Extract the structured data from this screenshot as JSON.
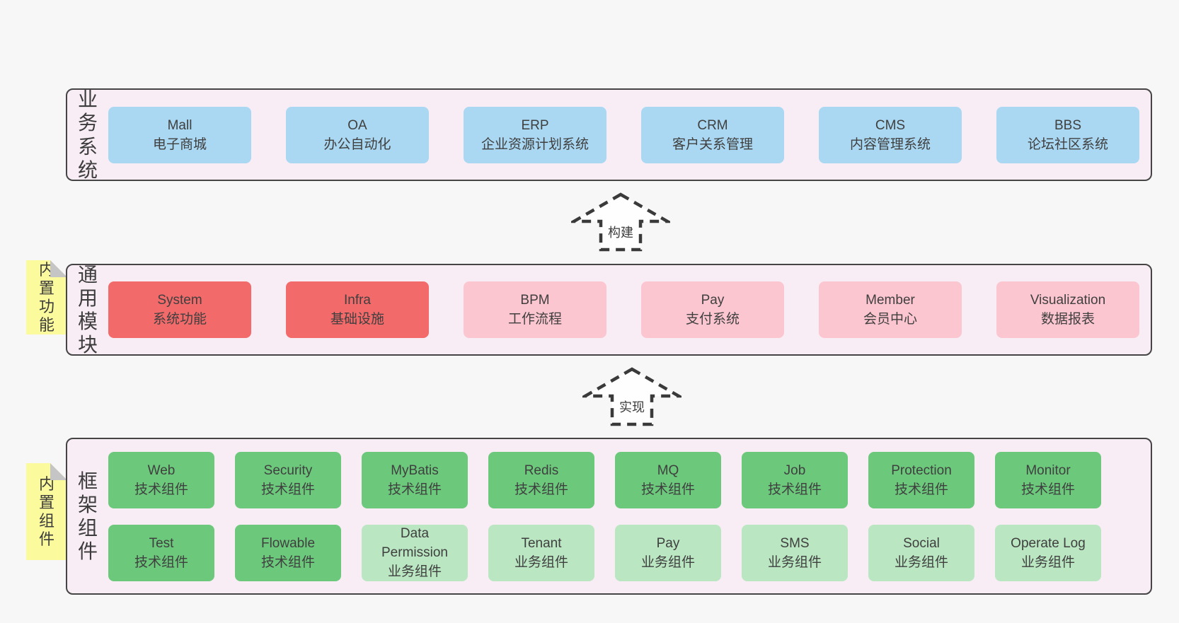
{
  "colors": {
    "page_bg": "#f7f7f7",
    "panel_bg": "#f8edf5",
    "panel_border": "#454545",
    "blue": "#aad8f2",
    "red": "#f26a6a",
    "pink": "#fcc6d0",
    "green_dark": "#6cc97c",
    "green_light": "#bae6c2",
    "note_yellow": "#fbfa9c",
    "note_fold": "#c5c5c5",
    "text": "#3c3c3c"
  },
  "arrows": {
    "build": "构建",
    "implement": "实现"
  },
  "layers": {
    "business": {
      "label": "业务系统",
      "boxes": [
        {
          "name": "Mall",
          "desc": "电子商城",
          "variant": "blue"
        },
        {
          "name": "OA",
          "desc": "办公自动化",
          "variant": "blue"
        },
        {
          "name": "ERP",
          "desc": "企业资源计划系统",
          "variant": "blue"
        },
        {
          "name": "CRM",
          "desc": "客户关系管理",
          "variant": "blue"
        },
        {
          "name": "CMS",
          "desc": "内容管理系统",
          "variant": "blue"
        },
        {
          "name": "BBS",
          "desc": "论坛社区系统",
          "variant": "blue"
        }
      ]
    },
    "modules": {
      "label": "通用模块",
      "note": "内置功能",
      "boxes": [
        {
          "name": "System",
          "desc": "系统功能",
          "variant": "red"
        },
        {
          "name": "Infra",
          "desc": "基础设施",
          "variant": "red"
        },
        {
          "name": "BPM",
          "desc": "工作流程",
          "variant": "pink"
        },
        {
          "name": "Pay",
          "desc": "支付系统",
          "variant": "pink"
        },
        {
          "name": "Member",
          "desc": "会员中心",
          "variant": "pink"
        },
        {
          "name": "Visualization",
          "desc": "数据报表",
          "variant": "pink"
        }
      ]
    },
    "framework": {
      "label": "框架组件",
      "note": "内置组件",
      "row1": [
        {
          "name": "Web",
          "desc": "技术组件",
          "variant": "green_dark"
        },
        {
          "name": "Security",
          "desc": "技术组件",
          "variant": "green_dark"
        },
        {
          "name": "MyBatis",
          "desc": "技术组件",
          "variant": "green_dark"
        },
        {
          "name": "Redis",
          "desc": "技术组件",
          "variant": "green_dark"
        },
        {
          "name": "MQ",
          "desc": "技术组件",
          "variant": "green_dark"
        },
        {
          "name": "Job",
          "desc": "技术组件",
          "variant": "green_dark"
        },
        {
          "name": "Protection",
          "desc": "技术组件",
          "variant": "green_dark"
        },
        {
          "name": "Monitor",
          "desc": "技术组件",
          "variant": "green_dark"
        }
      ],
      "row2": [
        {
          "name": "Test",
          "desc": "技术组件",
          "variant": "green_dark"
        },
        {
          "name": "Flowable",
          "desc": "技术组件",
          "variant": "green_dark"
        },
        {
          "name": "Data Permission",
          "desc": "业务组件",
          "variant": "green_light"
        },
        {
          "name": "Tenant",
          "desc": "业务组件",
          "variant": "green_light"
        },
        {
          "name": "Pay",
          "desc": "业务组件",
          "variant": "green_light"
        },
        {
          "name": "SMS",
          "desc": "业务组件",
          "variant": "green_light"
        },
        {
          "name": "Social",
          "desc": "业务组件",
          "variant": "green_light"
        },
        {
          "name": "Operate Log",
          "desc": "业务组件",
          "variant": "green_light"
        }
      ]
    }
  }
}
